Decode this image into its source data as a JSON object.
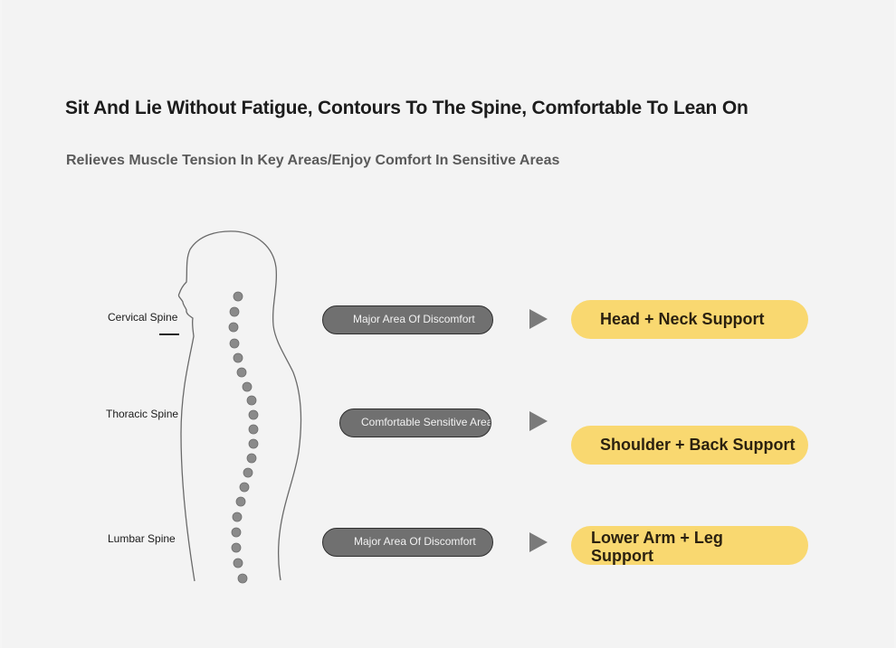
{
  "header": {
    "title": "Sit And Lie Without Fatigue, Contours To The Spine, Comfortable To Lean On",
    "subtitle": "Relieves Muscle Tension In Key Areas/Enjoy Comfort In Sensitive Areas"
  },
  "spine_labels": {
    "cervical": "Cervical Spine",
    "thoracic": "Thoracic Spine",
    "lumbar": "Lumbar Spine"
  },
  "rows": [
    {
      "status": "Major Area Of Discomfort",
      "support": "Head + Neck Support"
    },
    {
      "status": "Comfortable Sensitive Area",
      "support": "Shoulder + Back Support"
    },
    {
      "status": "Major Area Of Discomfort",
      "support": "Lower Arm + Leg Support"
    }
  ],
  "colors": {
    "status_pill": "#707070",
    "support_pill": "#f9d870",
    "arrow": "#7a7a7a",
    "vertebra": "#8a8a8a"
  },
  "icons": [
    "play-arrow-icon",
    "vertebra-dot-icon"
  ]
}
